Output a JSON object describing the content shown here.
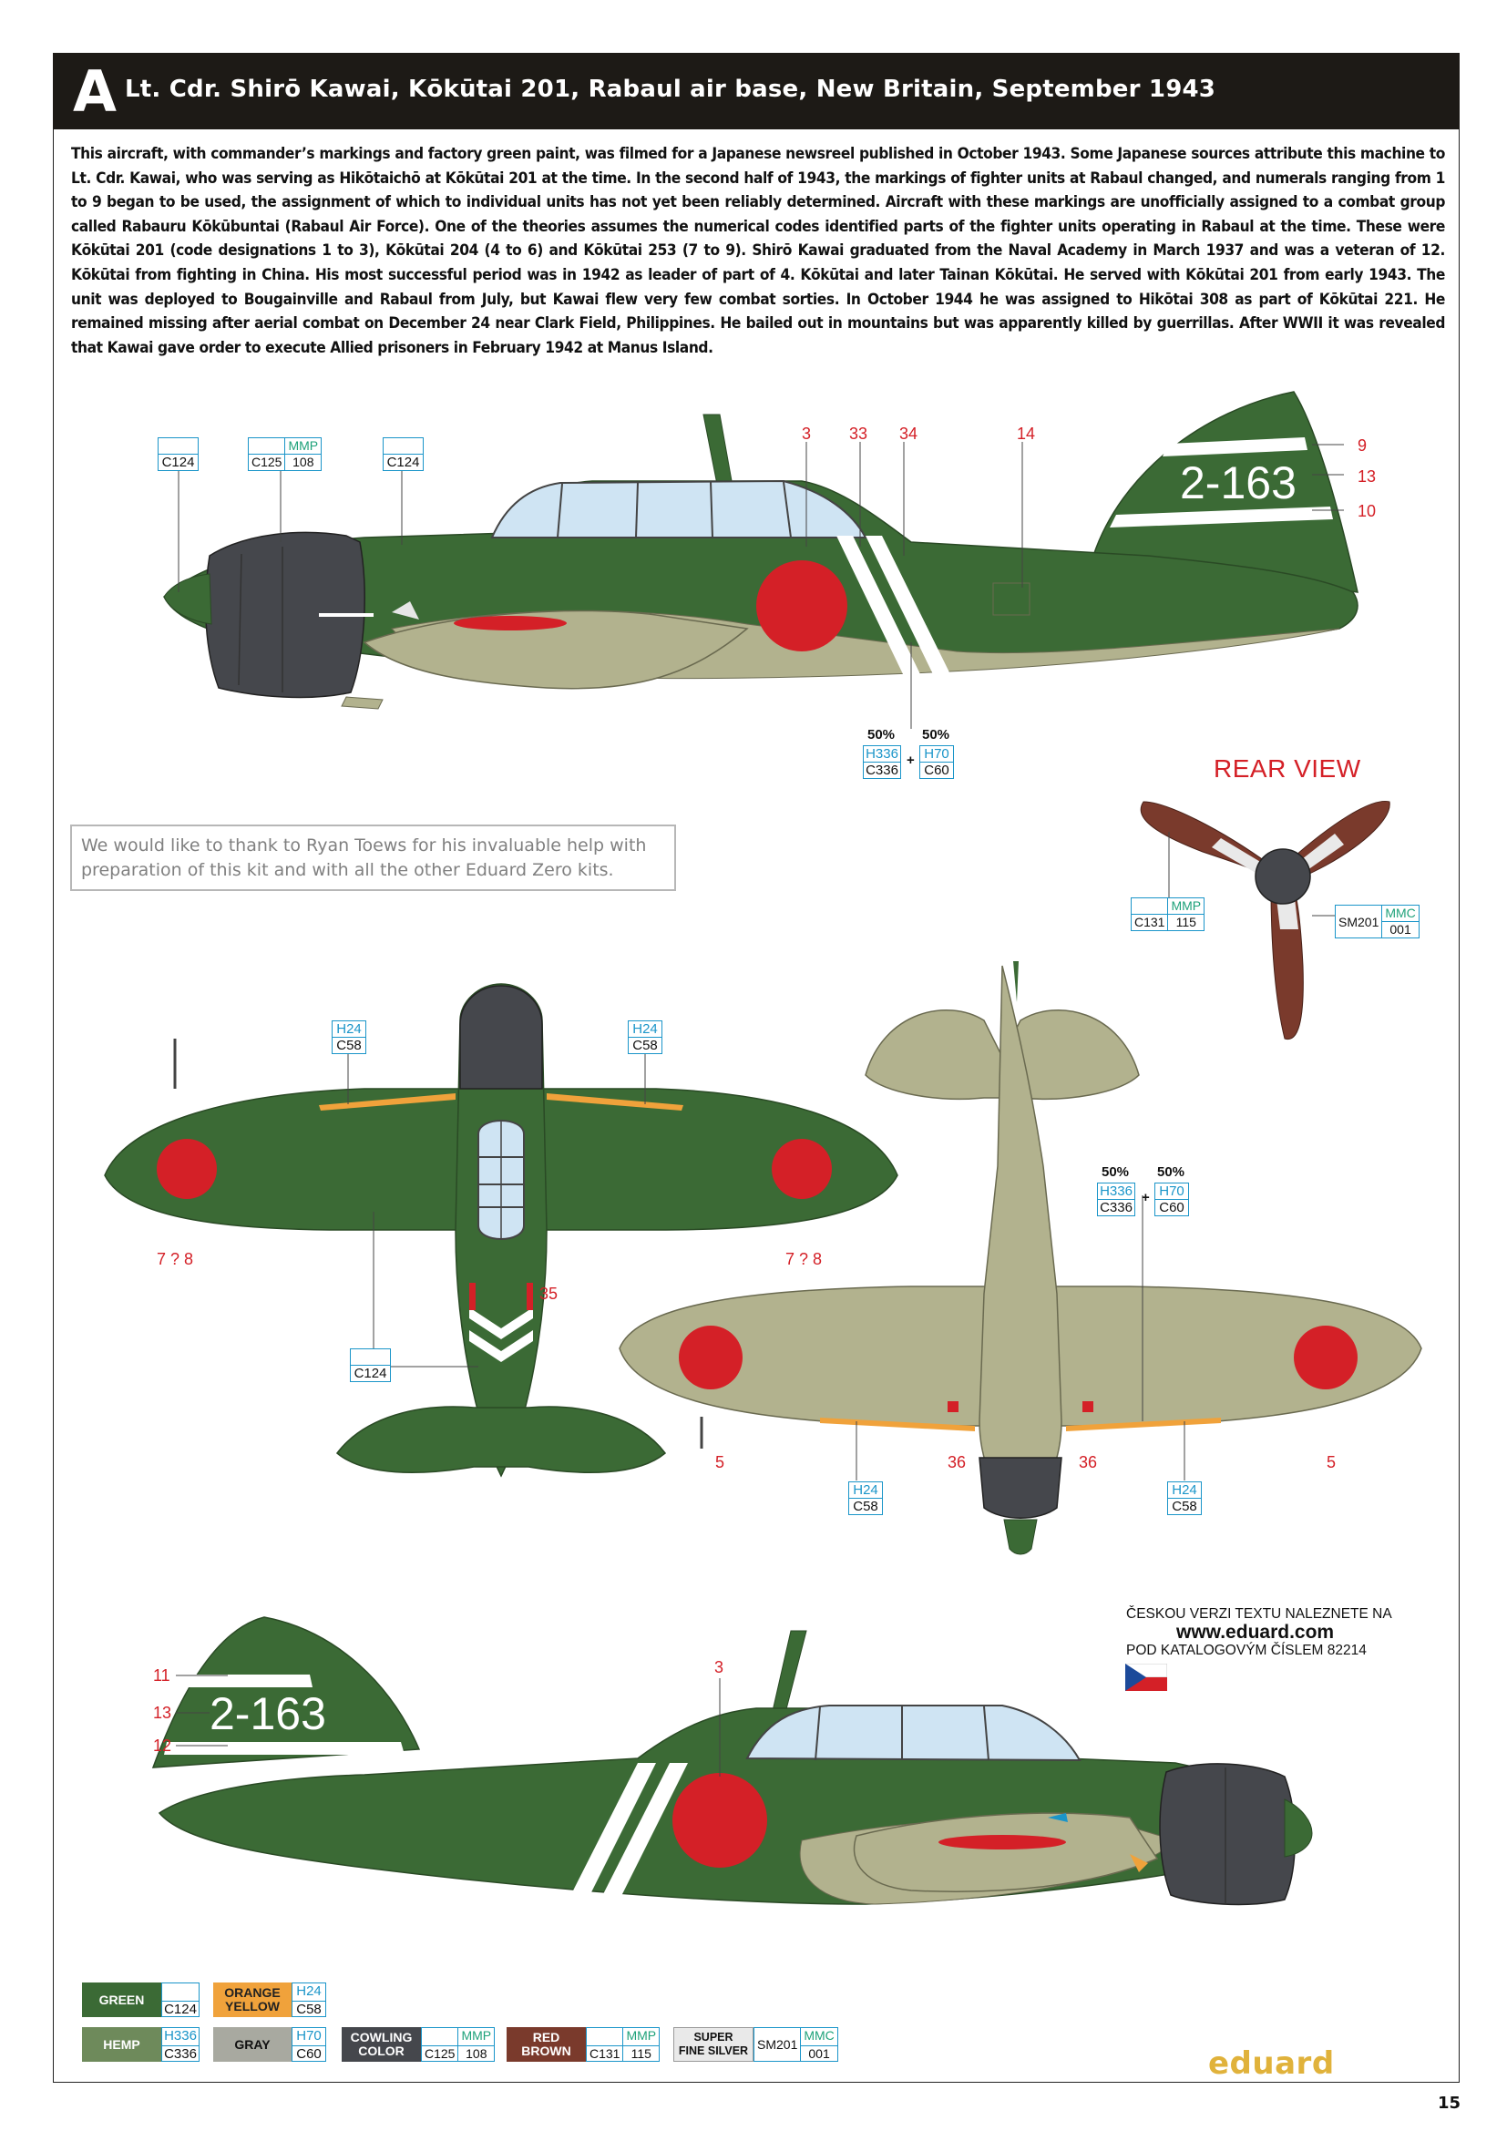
{
  "header": {
    "letter": "A",
    "title": "Lt. Cdr. Shirō Kawai, Kōkūtai 201, Rabaul air base, New Britain, September 1943"
  },
  "intro_text": "This aircraft, with commander’s markings and factory green paint, was filmed for a Japanese newsreel published in October 1943. Some Japanese sources attribute this machine to Lt. Cdr. Kawai, who was serving as Hikōtaichō at Kōkūtai 201 at the time. In the second half of 1943, the markings of fighter units at Rabaul changed, and numerals ranging from 1 to 9 began to be used, the assignment of which to individual units has not yet been reliably determined. Aircraft with these markings are unofficially assigned to a combat group called Rabauru Kōkūbuntai (Rabaul Air Force). One of the theories assumes the numerical codes identified parts of the fighter units operating in Rabaul at the time. These were Kōkūtai 201 (code designations 1 to 3), Kōkūtai 204 (4 to 6) and Kōkūtai 253 (7 to 9). Shirō Kawai graduated from the Naval Academy in March 1937 and was a veteran of 12. Kōkūtai from fighting in China. His most successful period was in 1942 as leader of part of 4. Kōkūtai and later Tainan Kōkūtai. He served with Kōkūtai 201 from early 1943. The unit was deployed to Bougainville and Rabaul from July, but Kawai flew very few combat sorties. In October 1944 he was assigned to Hikōtai 308 as part of Kōkūtai 221. He remained missing after aerial combat on December 24 near Clark Field, Philippines. He bailed out in mountains but was apparently killed by guerrillas. After WWII it was revealed that Kawai gave order to execute Allied prisoners in February 1942 at Manus Island.",
  "thanks_text": "We would like to thank to Ryan Toews for his invaluable help with preparation of this kit and with all the other Eduard Zero kits.",
  "rear_view_label": "REAR VIEW",
  "tail_code": "2-163",
  "callouts": {
    "c124": "C124",
    "c125": "C125",
    "mmp": "MMP",
    "n108": "108",
    "h24": "H24",
    "c58": "C58",
    "h336": "H336",
    "c336": "C336",
    "h70": "H70",
    "c60": "C60",
    "c131": "C131",
    "n115": "115",
    "sm201": "SM201",
    "mmc": "MMC",
    "n001": "001",
    "pct50": "50%",
    "plus": "+"
  },
  "numbers": {
    "n3": "3",
    "n33": "33",
    "n34": "34",
    "n14": "14",
    "n9": "9",
    "n13": "13",
    "n10": "10",
    "n11": "11",
    "n12": "12",
    "n35": "35",
    "n5": "5",
    "n36": "36",
    "n7q8": "7 ? 8"
  },
  "czech_note": {
    "line1": "ČESKOU VERZI TEXTU NALEZNETE NA",
    "url": "www.eduard.com",
    "line2": "POD KATALOGOVÝM ČÍSLEM 82214"
  },
  "legend": [
    {
      "name": "GREEN",
      "codes": [
        "",
        "C124"
      ],
      "color": "#3b6a35"
    },
    {
      "name": "ORANGE\nYELLOW",
      "codes": [
        "H24",
        "C58"
      ],
      "color": "#f0a23b"
    },
    {
      "name": "HEMP",
      "codes": [
        "H336",
        "C336"
      ],
      "color": "#6e8a5b"
    },
    {
      "name": "GRAY",
      "codes": [
        "H70",
        "C60"
      ],
      "color": "#a8a9a0"
    },
    {
      "name": "COWLING\nCOLOR",
      "codes": [
        "MMP",
        "108"
      ],
      "color": "#45474c"
    },
    {
      "name": "RED\nBROWN",
      "codes": [
        "MMP",
        "115"
      ],
      "color": "#7a3a2c"
    },
    {
      "name": "SUPER\nFINE SILVER",
      "codes": [
        "SM201",
        "MMC"
      ],
      "color": "#e9e9e9"
    }
  ],
  "legend_labels": {
    "green": "GREEN",
    "orange": "ORANGE",
    "yellow": "YELLOW",
    "hemp": "HEMP",
    "gray": "GRAY",
    "cowling": "COWLING",
    "color": "COLOR",
    "red": "RED",
    "brown": "BROWN",
    "super": "SUPER",
    "finesilver": "FINE SILVER"
  },
  "logo": "eduard",
  "page_number": "15",
  "colors": {
    "green": "#3b6a35",
    "hemp": "#b2b28e",
    "hinomaru": "#d42027",
    "cowling": "#45474c",
    "orange": "#f0a23b",
    "accent_blue": "#1a95c9",
    "accent_green": "#1fa27a"
  }
}
